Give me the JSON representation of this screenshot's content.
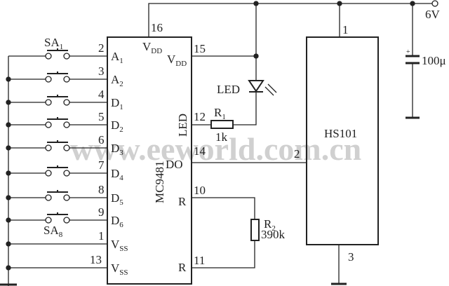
{
  "watermark": "www.eeworld.com.cn",
  "ic1": {
    "name": "MC9481",
    "pins_left": [
      {
        "num": "2",
        "label": "A",
        "sub": "1"
      },
      {
        "num": "3",
        "label": "A",
        "sub": "2"
      },
      {
        "num": "4",
        "label": "D",
        "sub": "1"
      },
      {
        "num": "5",
        "label": "D",
        "sub": "2"
      },
      {
        "num": "6",
        "label": "D",
        "sub": "3"
      },
      {
        "num": "7",
        "label": "D",
        "sub": "4"
      },
      {
        "num": "8",
        "label": "D",
        "sub": "5"
      },
      {
        "num": "9",
        "label": "D",
        "sub": "6"
      },
      {
        "num": "1",
        "label": "V",
        "sub": "SS"
      },
      {
        "num": "13",
        "label": "V",
        "sub": "SS"
      }
    ],
    "pin_top": {
      "num": "16",
      "label": "V",
      "sub": "DD"
    },
    "pins_right": [
      {
        "num": "15",
        "label": "V",
        "sub": "DD"
      },
      {
        "num": "12",
        "label": "LED",
        "sub": ""
      },
      {
        "num": "14",
        "label": "DO",
        "sub": ""
      },
      {
        "num": "10",
        "label": "R",
        "sub": ""
      },
      {
        "num": "11",
        "label": "R",
        "sub": ""
      }
    ]
  },
  "switches": {
    "first": {
      "label": "SA",
      "sub": "1"
    },
    "last": {
      "label": "SA",
      "sub": "8"
    }
  },
  "led": {
    "label": "LED"
  },
  "r1": {
    "label": "R",
    "sub": "1",
    "value": "1k"
  },
  "r2": {
    "label": "R",
    "sub": "2",
    "value": "390k"
  },
  "ic2": {
    "name": "HS101",
    "pin_top": "1",
    "pin_left": "2",
    "pin_bottom": "3"
  },
  "capacitor": {
    "value": "100μ",
    "polarity": "+"
  },
  "supply": {
    "label": "6V"
  }
}
